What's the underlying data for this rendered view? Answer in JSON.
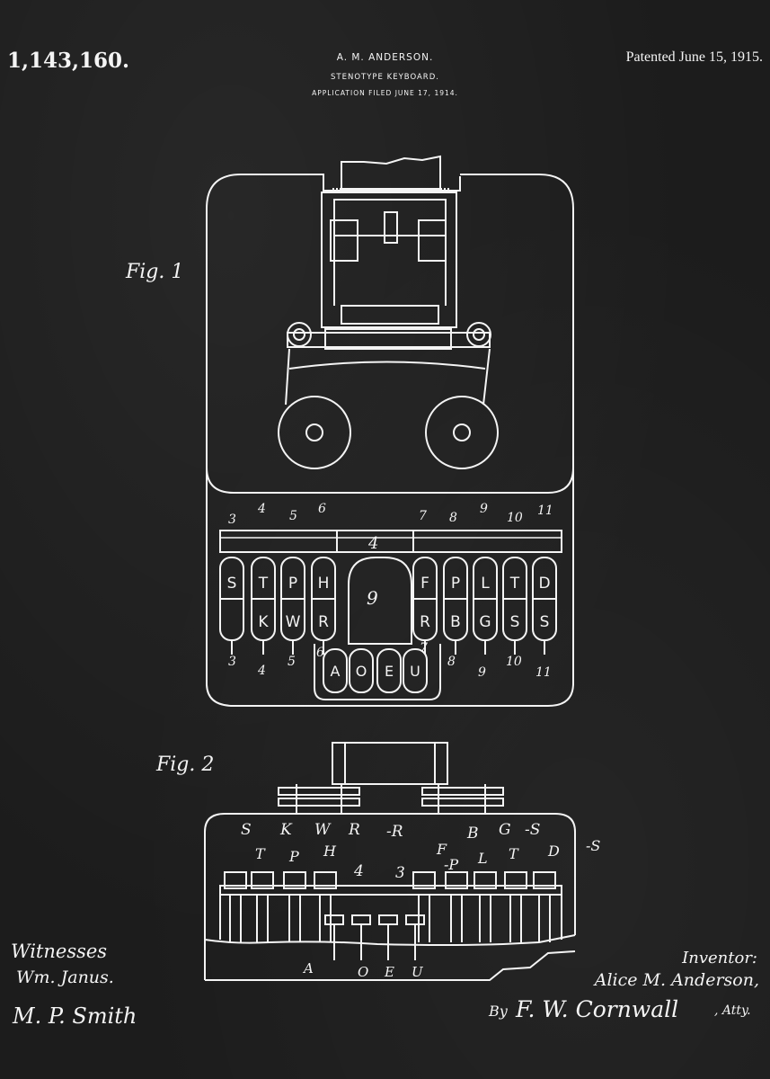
{
  "header": {
    "patent_number": "1,143,160.",
    "inventor": "A. M. ANDERSON.",
    "title": "STENOTYPE KEYBOARD.",
    "filed": "APPLICATION FILED JUNE 17, 1914.",
    "patented": "Patented June 15, 1915."
  },
  "fig1": {
    "label": "Fig. 1",
    "key_top": [
      "S",
      "T",
      "P",
      "H",
      "F",
      "P",
      "L",
      "T",
      "D"
    ],
    "key_bottom": [
      "K",
      "W",
      "R",
      "R",
      "B",
      "G",
      "S",
      "S"
    ],
    "vowels": [
      "A",
      "O",
      "E",
      "U"
    ],
    "top_numbers": [
      "3",
      "4",
      "5",
      "6",
      "7",
      "8",
      "9",
      "10",
      "11"
    ],
    "bottom_numbers": [
      "3",
      "4",
      "5",
      "6",
      "7",
      "8",
      "9",
      "10",
      "11"
    ],
    "center_number": "9",
    "bar_number": "4"
  },
  "fig2": {
    "label": "Fig. 2",
    "top_letters": [
      "S",
      "K",
      "W",
      "R",
      "-R",
      "B",
      "G",
      "-S"
    ],
    "mid_letters": [
      "T",
      "P",
      "H",
      "F",
      "-P",
      "L",
      "T",
      "D",
      "-S"
    ],
    "numbers": [
      "4",
      "3"
    ],
    "vowels": [
      "A",
      "O",
      "E",
      "U"
    ]
  },
  "signatures": {
    "witnesses_label": "Witnesses",
    "witness1": "Wm. Janus.",
    "witness2": "M. P. Smith",
    "inventor_label": "Inventor:",
    "inventor_name": "Alice M. Anderson,",
    "by": "By",
    "attorney": "F. W. Cornwall",
    "attorney_suffix": ", Atty."
  }
}
